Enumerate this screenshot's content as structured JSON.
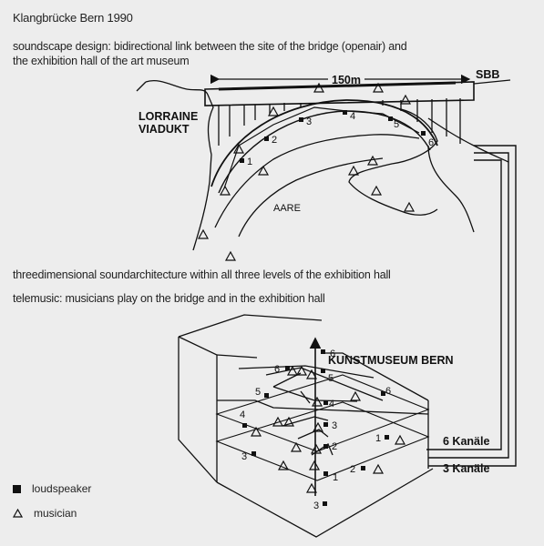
{
  "title": "Klangbrücke Bern 1990",
  "caption1_line1": "soundscape design: bidirectional link between the site of the bridge (openair) and",
  "caption1_line2": "the exhibition hall of the art museum",
  "caption2": "threedimensional soundarchitecture within all three levels of the exhibition hall",
  "caption3": "telemusic: musicians play on the bridge and in the exhibition hall",
  "map": {
    "span": "150m",
    "sbb": "SBB",
    "lorraine": "LORRAINE",
    "viadukt": "VIADUKT",
    "river": "AARE",
    "speakers": [
      "1",
      "2",
      "3",
      "4",
      "5",
      "6"
    ]
  },
  "hall": {
    "name": "KUNSTMUSEUM BERN",
    "channels_top": "6 Kanäle",
    "channels_bottom": "3 Kanäle",
    "speakers": [
      "6",
      "6",
      "5",
      "5",
      "4",
      "4",
      "3",
      "2",
      "1",
      "1",
      "2",
      "3",
      "3",
      "6"
    ]
  },
  "legend": {
    "loudspeaker": "loudspeaker",
    "musician": "musician"
  }
}
